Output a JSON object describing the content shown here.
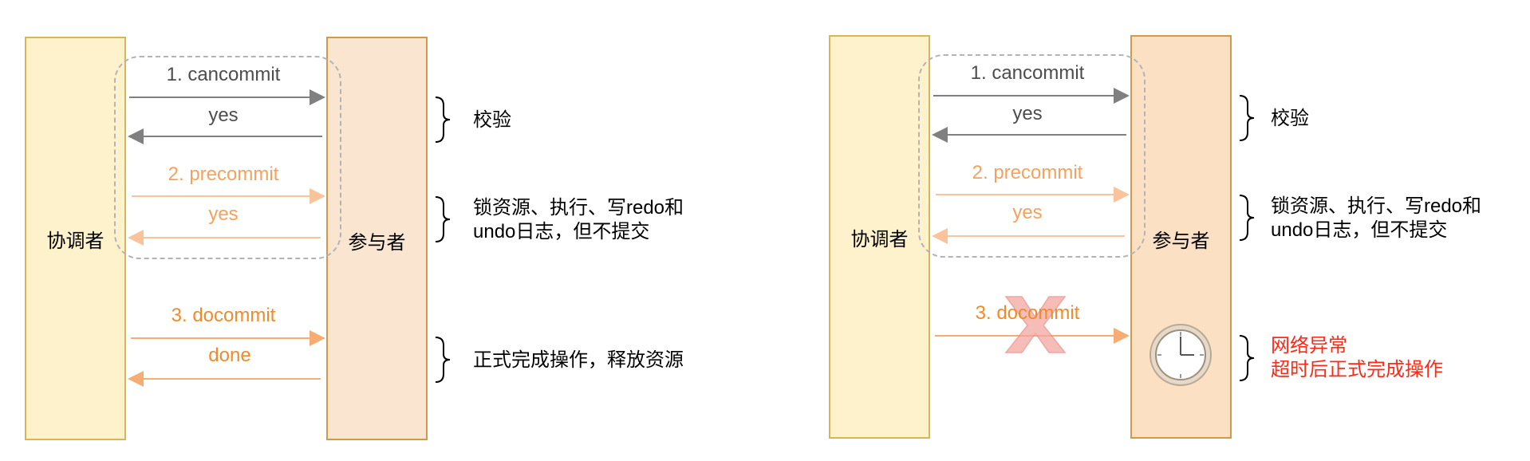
{
  "left": {
    "coordinator": "协调者",
    "participant": "参与者",
    "messages": {
      "cancommit": "1. cancommit",
      "yes1": "yes",
      "precommit": "2. precommit",
      "yes2": "yes",
      "docommit": "3. docommit",
      "done": "done"
    },
    "notes": {
      "verify": "校验",
      "lock_line1": "锁资源、执行、写redo和",
      "lock_line2": "undo日志，但不提交",
      "commit": "正式完成操作，释放资源"
    }
  },
  "right": {
    "coordinator": "协调者",
    "participant": "参与者",
    "messages": {
      "cancommit": "1. cancommit",
      "yes1": "yes",
      "precommit": "2. precommit",
      "yes2": "yes",
      "docommit": "3. docommit"
    },
    "notes": {
      "verify": "校验",
      "lock_line1": "锁资源、执行、写redo和",
      "lock_line2": "undo日志，但不提交",
      "error_line1": "网络异常",
      "error_line2": "超时后正式完成操作"
    },
    "icons": [
      "clock-icon",
      "x-mark-icon"
    ]
  },
  "colors": {
    "coordinator_fill": "#fef2cc",
    "coordinator_border": "#d6b656",
    "participant_fill": "#fae6d0",
    "participant_border": "#d19a4b",
    "phase1_text": "#4d4d4d",
    "phase1_arrow": "#808080",
    "phase2": "#f5a25e",
    "phase3": "#f08a2b",
    "error_text": "#ff2a16"
  }
}
